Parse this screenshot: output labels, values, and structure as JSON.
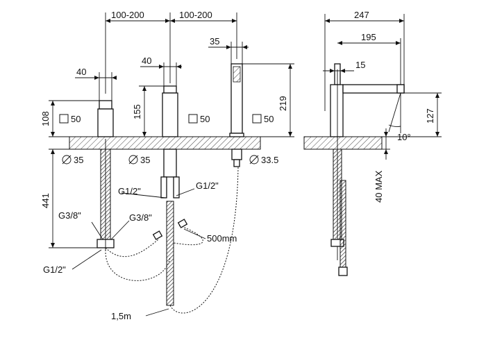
{
  "labels": {
    "w_100_200_a": "100-200",
    "w_100_200_b": "100-200",
    "w_35_top": "35",
    "w_40_a": "40",
    "w_40_b": "40",
    "w_247": "247",
    "w_195": "195",
    "w_15": "15",
    "h_108": "108",
    "h_155": "155",
    "h_219": "219",
    "h_127": "127",
    "h_441": "441",
    "h_40max": "40 MAX",
    "sq_50_a": "50",
    "sq_50_b": "50",
    "sq_50_c": "50",
    "dia_35_a": "35",
    "dia_35_b": "35",
    "dia_33_5": "33.5",
    "g12_a": "G1/2\"",
    "g12_b": "G1/2\"",
    "g38_a": "G3/8\"",
    "g38_b": "G3/8\"",
    "g12_c": "G1/2\"",
    "len_500": "500mm",
    "len_15m": "1,5m",
    "angle_10": "10°"
  }
}
